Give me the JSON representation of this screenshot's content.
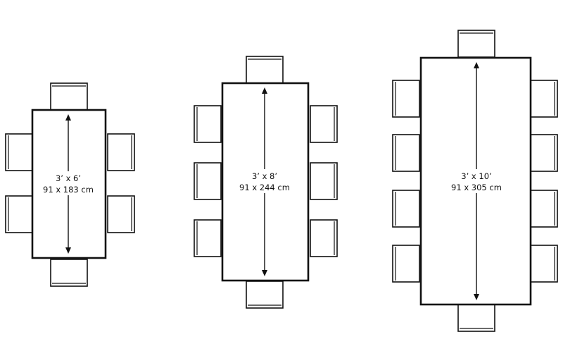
{
  "tables": [
    {
      "id": "small",
      "size_imperial": "3’ x 6’",
      "size_metric": "91 x 183 cm",
      "seats": 6
    },
    {
      "id": "medium",
      "size_imperial": "3’ x 8’",
      "size_metric": "91 x 244 cm",
      "seats": 8
    },
    {
      "id": "large",
      "size_imperial": "3’ x 10’",
      "size_metric": "91 x 305 cm",
      "seats": 10
    }
  ]
}
